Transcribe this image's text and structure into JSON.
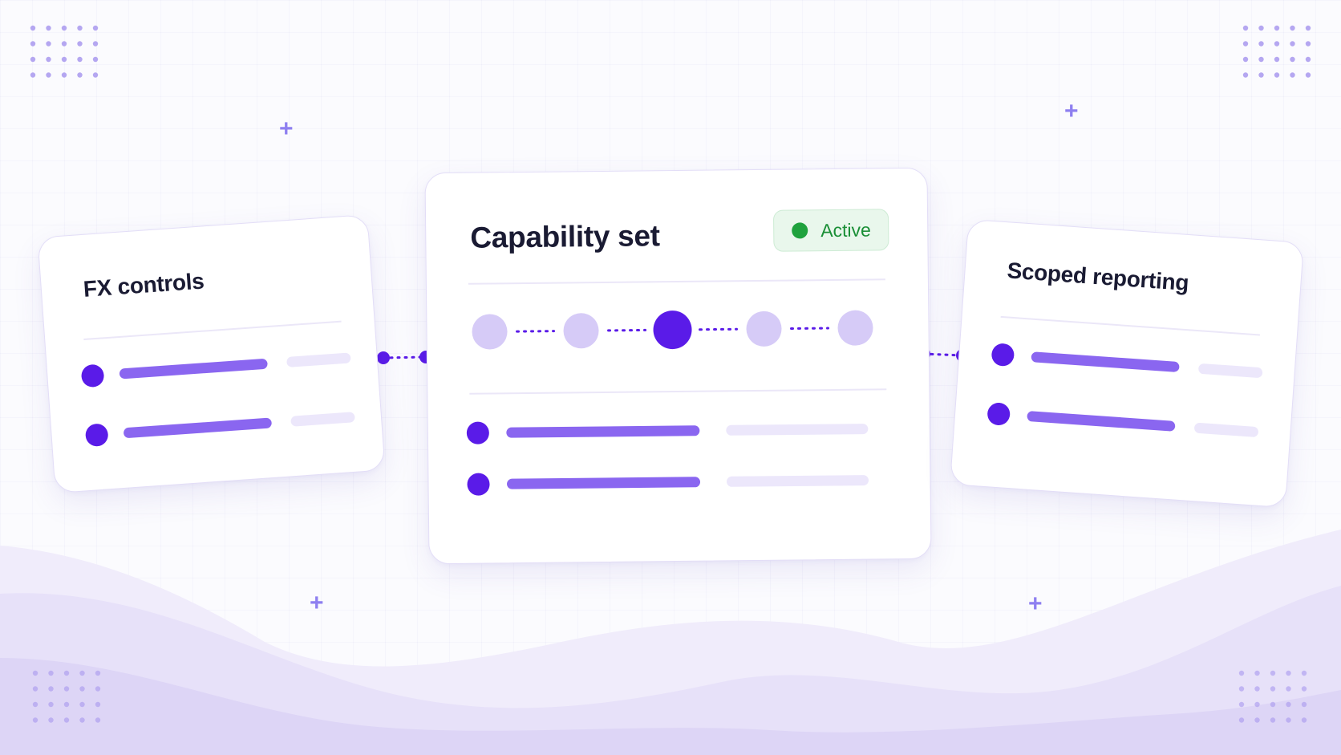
{
  "cards": {
    "left": {
      "title": "FX controls",
      "row_count": 2
    },
    "center": {
      "title": "Capability set",
      "status": {
        "label": "Active",
        "color": "#1fa23d"
      },
      "row_count": 2,
      "step_count": 5,
      "active_step": 3
    },
    "right": {
      "title": "Scoped reporting",
      "row_count": 2
    }
  },
  "colors": {
    "accent": "#5a1be8",
    "bar": "#8a66f0",
    "bar_light": "#ece7fb",
    "step_light": "#d6cbf7",
    "title": "#1a1b33"
  },
  "decorations": {
    "plus_glyph": "+",
    "plus_count": 4,
    "dot_grid_count": 4
  }
}
